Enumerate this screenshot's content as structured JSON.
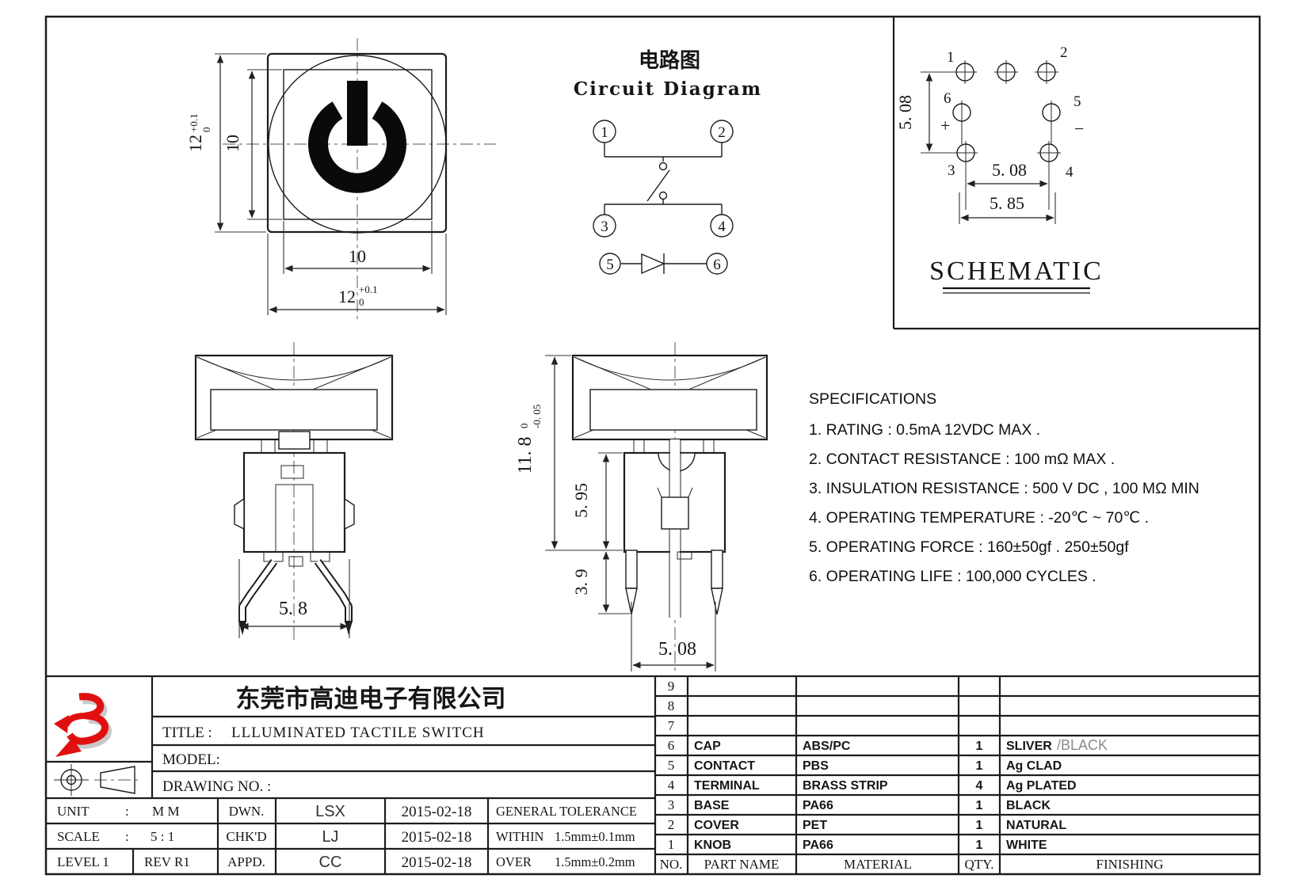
{
  "page": {
    "bg": "#ffffff",
    "line_color": "#1c1c1c",
    "accent_red": "#e01010"
  },
  "top_view": {
    "dim_size": "12",
    "tol_plus": "+0.1",
    "tol_zero": "0",
    "dim_inner": "10"
  },
  "circuit": {
    "title_cn": "电路图",
    "title_en": "Circuit Diagram",
    "pin1": "1",
    "pin2": "2",
    "pin3": "3",
    "pin4": "4",
    "pin5": "5",
    "pin6": "6"
  },
  "schematic": {
    "title": "SCHEMATIC",
    "pin1": "1",
    "pin2": "2",
    "pin3": "3",
    "pin4": "4",
    "pin5": "5",
    "pin6": "6",
    "plus": "+",
    "minus": "−",
    "dim_v": "5. 08",
    "dim_h1": "5. 08",
    "dim_h2": "5. 85"
  },
  "front_view": {
    "dim_width": "5. 8"
  },
  "side_view": {
    "dim_height": "11. 8",
    "tol_upper": "0",
    "tol_lower": "-0. 05",
    "dim_body": "5. 95",
    "dim_leg": "3. 9",
    "dim_pitch": "5. 08"
  },
  "specs": {
    "title": "SPECIFICATIONS",
    "items": [
      "1. RATING : 0.5mA 12VDC MAX .",
      "2. CONTACT RESISTANCE : 100 mΩ MAX .",
      "3. INSULATION RESISTANCE : 500 V DC , 100 MΩ MIN",
      "4. OPERATING TEMPERATURE : -20℃ ~ 70℃ .",
      "5. OPERATING FORCE : 160±50gf . 250±50gf",
      "6. OPERATING LIFE : 100,000 CYCLES ."
    ]
  },
  "title_block": {
    "company": "东莞市高迪电子有限公司",
    "title_label": "TITLE :",
    "title_value": "LLLUMINATED TACTILE SWITCH",
    "model_label": "MODEL:",
    "drawing_no_label": "DRAWING NO. :",
    "unit_label": "UNIT",
    "colon": ":",
    "unit_value": "M M",
    "scale_label": "SCALE",
    "scale_value": "5 : 1",
    "level_label": "LEVEL 1",
    "rev_label": "REV R1",
    "dwn_label": "DWN.",
    "chk_label": "CHK'D",
    "appd_label": "APPD.",
    "dwn_name": "LSX",
    "chk_name": "LJ",
    "appd_name": "CC",
    "dwn_date": "2015-02-18",
    "chk_date": "2015-02-18",
    "appd_date": "2015-02-18",
    "tol_title": "GENERAL TOLERANCE",
    "tol_within_label": "WITHIN",
    "tol_within_value": "1.5mm±0.1mm",
    "tol_over_label": "OVER",
    "tol_over_value": "1.5mm±0.2mm"
  },
  "parts_table": {
    "headers": {
      "no": "NO.",
      "part": "PART NAME",
      "material": "MATERIAL",
      "qty": "QTY.",
      "finishing": "FINISHING"
    },
    "rows": [
      {
        "no": "9",
        "part": "",
        "material": "",
        "qty": "",
        "finishing": ""
      },
      {
        "no": "8",
        "part": "",
        "material": "",
        "qty": "",
        "finishing": ""
      },
      {
        "no": "7",
        "part": "",
        "material": "",
        "qty": "",
        "finishing": ""
      },
      {
        "no": "6",
        "part": "CAP",
        "material": "ABS/PC",
        "qty": "1",
        "finishing": "SLIVER",
        "finishing_alt": "/BLACK"
      },
      {
        "no": "5",
        "part": "CONTACT",
        "material": "PBS",
        "qty": "1",
        "finishing": "Ag CLAD"
      },
      {
        "no": "4",
        "part": "TERMINAL",
        "material": "BRASS STRIP",
        "qty": "4",
        "finishing": "Ag PLATED"
      },
      {
        "no": "3",
        "part": "BASE",
        "material": "PA66",
        "qty": "1",
        "finishing": "BLACK"
      },
      {
        "no": "2",
        "part": "COVER",
        "material": "PET",
        "qty": "1",
        "finishing": "NATURAL"
      },
      {
        "no": "1",
        "part": "KNOB",
        "material": "PA66",
        "qty": "1",
        "finishing": "WHITE"
      }
    ]
  }
}
